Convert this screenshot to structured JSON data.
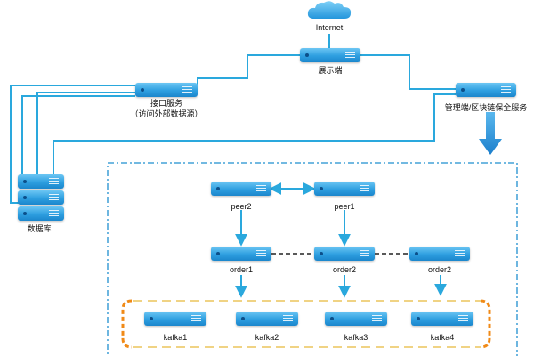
{
  "nodes": {
    "internet": "Internet",
    "display": "展示端",
    "interface_service": "接口服务",
    "interface_service_note": "（访问外部数据源）",
    "management": "管理端/区块链保全服务",
    "database": "数据库",
    "peer2": "peer2",
    "peer1": "peer1",
    "order_left": "order1",
    "order_mid": "order2",
    "order_right": "order2",
    "kafka1": "kafka1",
    "kafka2": "kafka2",
    "kafka3": "kafka3",
    "kafka4": "kafka4"
  },
  "icons": {
    "cloud": "cloud-icon",
    "arrow": "down-arrow-icon"
  },
  "colors": {
    "line": "#2aa8dd",
    "server": "#2e9fe0",
    "dash_box": "#1f8fcf",
    "kafka_bracket": "#f08a17",
    "kafka_dash": "#e7b93b"
  }
}
